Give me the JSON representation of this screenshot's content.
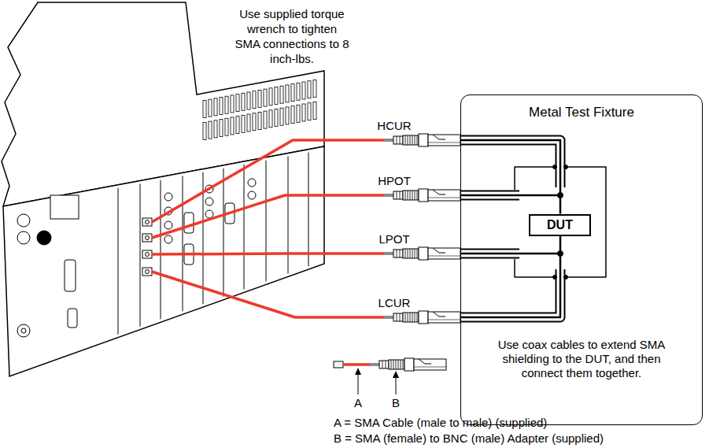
{
  "diagram": {
    "nodes": [
      {
        "text": [
          "Metal Test Fixture",
          "Use coax cables to extend SMA shielding to the DUT, and then connect them together."
        ]
      },
      {
        "text": [
          "DUT"
        ],
        "in": 0
      }
    ],
    "labels": [
      "Use supplied torque wrench to tighten SMA connections to 8 inch-lbs.",
      "HCUR",
      "HPOT",
      "LPOT",
      "LCUR",
      "A",
      "B",
      "A = SMA Cable (male to male) (supplied)",
      "B = SMA (female) to BNC (male) Adapter (supplied)"
    ]
  }
}
